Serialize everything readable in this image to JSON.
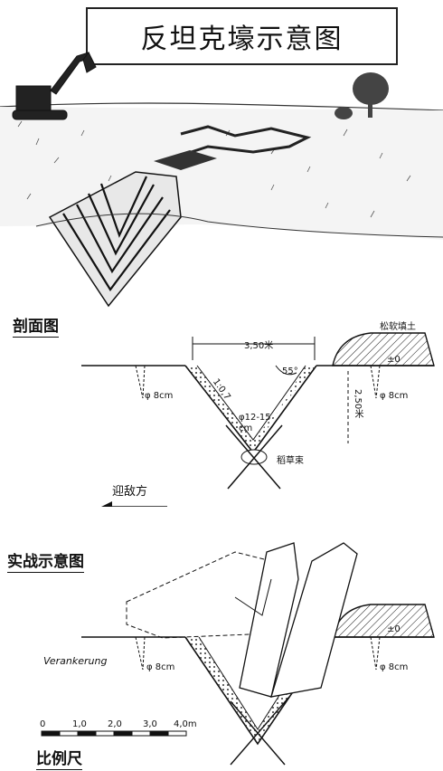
{
  "title": "反坦克壕示意图",
  "section_profile": "剖面图",
  "section_combat": "实战示意图",
  "scale_label": "比例尺",
  "profile": {
    "width": "3,50米",
    "depth": "2,50米",
    "angle": "55°",
    "slope": "1:0,7",
    "stake_diameter": "φ12-15 cm",
    "post_left": "φ 8cm",
    "post_right": "φ 8cm",
    "straw": "稻草束",
    "soft_fill": "松软填土",
    "zero": "±0",
    "enemy_direction": "迎敌方"
  },
  "combat": {
    "anchor": "Verankerung",
    "post_left": "φ 8cm",
    "post_right": "φ 8cm",
    "zero": "±0"
  },
  "scale_ticks": [
    "0",
    "1,0",
    "2,0",
    "3,0",
    "4,0m"
  ]
}
